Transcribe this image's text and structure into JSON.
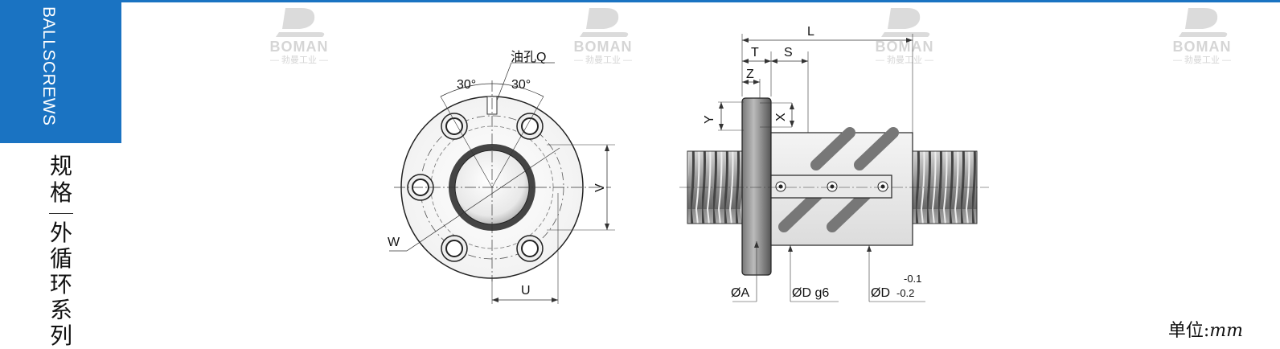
{
  "sidebar": {
    "category": "BALLSCREWS",
    "spec_chars": [
      "规",
      "格"
    ],
    "series_chars": [
      "外",
      "循",
      "环",
      "系",
      "列"
    ],
    "accent_color": "#1a73c2"
  },
  "watermark": {
    "brand": "BOMAN",
    "subtitle": "— 勃曼工业 —"
  },
  "front_view": {
    "oil_hole_label": "油孔Q",
    "angle_left": "30°",
    "angle_right": "30°",
    "label_w": "W",
    "label_u": "U",
    "label_v": "V"
  },
  "side_view": {
    "label_l": "L",
    "label_t": "T",
    "label_s": "S",
    "label_z": "Z",
    "label_y": "Y",
    "label_x": "X",
    "label_a": "ØA",
    "label_d": "ØD g6",
    "label_d2": "ØD",
    "tol_upper": "-0.1",
    "tol_lower": "-0.2"
  },
  "unit": {
    "prefix": "单位:",
    "value": "mm"
  }
}
